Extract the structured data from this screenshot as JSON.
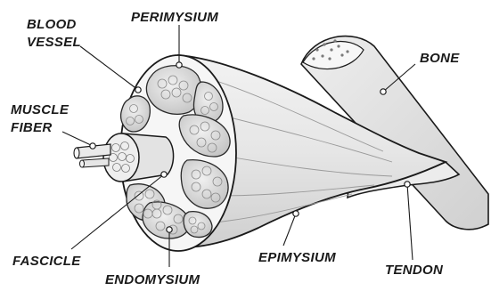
{
  "diagram": {
    "labels": {
      "blood_vessel_1": "BLOOD",
      "blood_vessel_2": "VESSEL",
      "perimysium": "PERIMYSIUM",
      "bone": "BONE",
      "muscle_fiber_1": "MUSCLE",
      "muscle_fiber_2": "FIBER",
      "fascicle": "FASCICLE",
      "endomysium": "ENDOMYSIUM",
      "epimysium": "EPIMYSIUM",
      "tendon": "TENDON"
    },
    "colors": {
      "ink": "#1a1a1a",
      "muscle_fill": "#e4e4e4",
      "section_fill": "#f4f4f4",
      "fascicle_fill": "#d2d2d2",
      "bone_fill": "#dcdcdc"
    }
  }
}
